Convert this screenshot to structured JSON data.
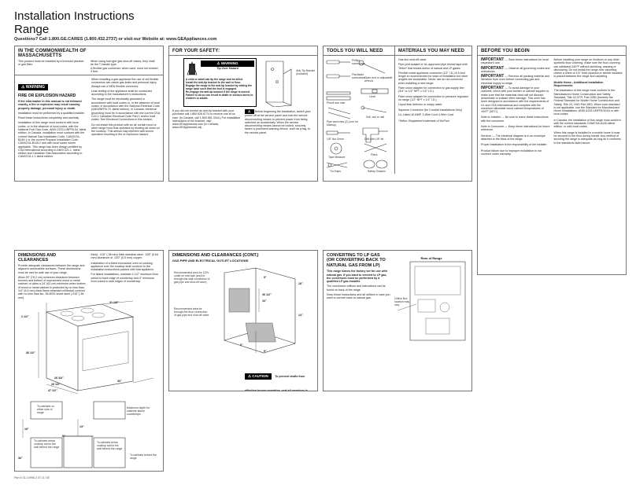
{
  "header": {
    "title_line1": "Installation Instructions",
    "title_line2": "Range",
    "questions": "Questions? Call 1.800.GE.CARES (1.800.432.2737) or visit our Website at: www.GEAppliances.com"
  },
  "mass": {
    "heading_line1": "IN THE COMMONWEALTH OF",
    "heading_line2": "MASSACHUSETTS",
    "items": [
      "This product must be installed by a licensed plumber or gas fitter.",
      "When using ball type gas shut-off valves, they shall be the T-handle type.",
      "A flexible gas connector, when used, must not exceed 3 feet."
    ]
  },
  "fire": {
    "warning_label": "WARNING",
    "heading": "FIRE OR EXPLOSION HAZARD",
    "p1": "If the information in this manual is not followed exactly, a fire or explosion may result causing property damage, personal injury or death.",
    "p2": "Installation must be performed by a qualified installer.",
    "p3": "Read these instructions completely and carefully.",
    "p4": "Installation of this range must conform with local codes, or in the absence of local codes, with the National Fuel Gas Code, ANSI Z223.1/NFPA 54, latest edition. In Canada, installation must conform with the current Natural Gas Installation Code, CAN/CGA-B149.1 or the current Propane Installation Code, CAN/CGA-B149.2 and with local codes where applicable. This range has been design-certified by CSA International according to ANSI Z21.1, latest edition and Canadian Gas Association according to CAN/CGA-1.1 latest edition.",
    "col2_p1": "When installing a gas appliance the use of old flexible connectors can cause gas leaks and personal injury. Always use a NEW flexible connector.",
    "col2_p2": "Leak testing of the appliance shall be conducted according to the manufacturer's instructions.",
    "col2_p3": "The range must be electrically grounded in accordance with local codes or, in the absence of local codes, in accordance with the National Electrical Code (ANSI/NFPA 70, latest edition). In Canada, electrical grounding must be in accordance with the current CSA C22.1 Canadian Electrical Code Part 1 and/or local codes. See Electrical Connections in this section.",
    "col2_p4": "Do not install this product with an air curtain hood or other range hood that operates by blowing air down on the cooktop. This airflow may interfere with burner operation resulting in fire or explosion hazard."
  },
  "safety": {
    "heading": "FOR YOUR SAFETY:",
    "warning_label": "WARNING",
    "tip_over": "Tip-Over Hazard",
    "bullets": [
      "A child or adult can tip the range and be killed.",
      "Install the anti-tip bracket to the wall or floor.",
      "Engage the range to the anti-tip bracket by sliding the range back such that the foot is engaged.",
      "Re-engage the anti-tip bracket if the range is moved.",
      "Failure to do so can result in death or serious burns to children or adults."
    ],
    "caption": "Anti-Tip Bracket (included)",
    "before": "Before beginning the installation, switch your power off at the service panel and lock the service disconnecting means to prevent power from being switched on accidentally. When the service disconnecting means cannot be locked, securely fasten a prominent warning device, such as a tag, to the service panel.",
    "p_bottom": "If you did not receive an anti-tip bracket with your purchase call 1.800.626.8774 to receive one at no cost. (In Canada, call 1.800.561.3344.) For installation instructions of the bracket, visit www.GEAppliances.com (In Canada, www.GEAppliances.ca)."
  },
  "tools": {
    "heading": "TOOLS YOU WILL NEED",
    "items": [
      "Phillips screwdriver",
      "Flat-blade screwdriver",
      "Open-end or adjustable wrench",
      "Pencil and ruler",
      "Level",
      "Pipe wrenches (2) (one for backup)",
      "Drill, awl or nail",
      "1/8\" Nut Driver",
      "Drill with 1/8\" bit",
      "Tape Measure",
      "Pliers",
      "Tin Snips",
      "Safety Glasses"
    ]
  },
  "materials": {
    "heading": "MATERIALS YOU MAY NEED",
    "items": [
      "Gas line shut-off valve",
      "Pipe joint sealant or UL-approved pipe thread tape with Teflon* that resists action of natural and LP gases",
      "Flexible metal appliance connector (1/2\" I.D.) A 5-foot length is recommended for ease of installation but other lengths are acceptable. Never use an old connector when installing a new range.",
      "Flare union adapter for connection to gas supply line (3/4\" or 1/2\" NPT x 1/2\" I.D.)",
      "Flare union adapter for connection to pressure regulator on range (1/2\" NPT x 1/2\" I.D.)",
      "Liquid leak detector or soapy water",
      "Squeeze Connector (for Conduit Installations Only)",
      "UL-Listed 40 AMP, 3-Wire Cord 4-Wire Cord"
    ],
    "footnote": "*Teflon: Registered trademark of DuPont"
  },
  "before": {
    "heading": "BEFORE YOU BEGIN",
    "imp1_label": "IMPORTANT",
    "imp1": " — Save these instructions for local inspector's use.",
    "imp2_label": "IMPORTANT",
    "imp2": " — Observe all governing codes and ordinances.",
    "imp3_label": "IMPORTANT",
    "imp3": " — Remove all packing material and literature from oven before connecting gas and electrical supply to range.",
    "imp4_label": "IMPORTANT",
    "imp4": " — To avoid damage to your cabinets, check with your builder or cabinet supplier to make sure that the materials used will not discolor, delaminate or sustain other damage. This oven has been designed in accordance with the requirements of UL and CSA International and complies with the maximum allowable wood cabinet temperatures of 194°F (90°C).",
    "note1": "Note to Installer — Be sure to leave these instructions with the consumer.",
    "note2": "Note to Consumer — Keep these instructions for future reference.",
    "note3": "Servicer — The electrical diagram is in an envelope attached to the back of the range.",
    "note4": "Proper installation is the responsibility of the installer.",
    "note5": "Product failure due to improper installation is not covered under warranty.",
    "col2_p1": "Before installing your range on linoleum or any other synthetic floor covering, make sure the floor covering can withstand 180°F without shrinking, warping or discoloring. Do not install the range over carpeting unless a sheet of 1/4\" thick plywood or similar insulator is placed between the range and carpeting.",
    "mobile_heading": "Mobile Home - Additional Installation Requirements",
    "col2_p2": "The installation of this range must conform to the Manufactured Home Construction and Safety Standard, Title 24 CFR, Part 3280 (formerly the Federal Standard for Mobile Home Construction and Safety, Title 24, HUD Part 280). When such standard is not applicable, use the Standard for Manufactured Home Installations, ANSI A225.1/NFPA 501A or with local codes.",
    "col2_p3": "In Canada, the installation of this range must conform with the current standards CAN/CSA-A240-latest edition, or with local codes.",
    "col2_p4": "When this range is installed in a mobile home it must be secured to the floor during transit. Any method of securing the range is adequate as long as it conforms to the standards listed above."
  },
  "dimensions": {
    "heading": "DIMENSIONS AND CLEARANCES",
    "p1": "Provide adequate clearances between the range and adjacent combustible surfaces. These dimensions must be met for safe use of your range.",
    "p2": "Allow 30\" (76.2 cm) minimum clearance between burners and bottom of unprotected wood or metal cabinet; or allow a 24\" (61 cm) minimum when bottom of wood or metal cabinet is protected by no less than 1/4\" (6.4 mm) thick flame-retardant millboard covered with no less than No. 28 MSG sheet steel (.015\" [.38 mm]",
    "col2_p1": "thick), .015\" (.38 mm) thick stainless steel, .025\" (0.64 mm) aluminum or .020\" (0.5 mm) copper.",
    "col2_p2": "Installation of a listed microwave oven or cooking appliance over the cooktop shall conform to the installation instructions packed with that appliance.",
    "col2_p3": "For island installations, maintain 2-1/2\" minimum from cutout to back edge of countertop and 3\" minimum from cutout to side edges of countertop.",
    "dim_width": "31 1/8\"",
    "dim_depth1": "26 3/4\"",
    "dim_depth2": "28 1/2\"",
    "dim_depth3": "47 1/2\"",
    "dim_top": "2 1/2\"",
    "dim_height": "36 1/2\"",
    "dim_floor": "30\"",
    "label_a": "To cabinets on either side of range",
    "label_b": "Maximum depth for cabinets above countertops",
    "label_c": "To cabinets below cooktop and to the wall behind the range",
    "label_d": "To cabinets below cooktop and to the wall behind the range",
    "label_e": "To cabinets behind the range",
    "dim_18": "18\"",
    "dim_13": "13\"",
    "dim_0": "0\"",
    "dim_36": "36\""
  },
  "dims2": {
    "heading": "DIMENSIONS AND CLEARANCES (CONT.)",
    "sub": "GAS PIPE AND ELECTRICAL OUTLET LOCATIONS",
    "note1": "Recommended area for 120V outlet on rear wall (and for through-the-wall connection of gas pipe and shut-off valve)",
    "note2": "Recommended area for through-the-floor connection of gas pipe and shut-off valve",
    "d1": "8\"",
    "d2": "36 1/2\"",
    "d3": "16\"",
    "d4": "18\"",
    "d5": "14\"",
    "d6": "5\"",
    "d7": "5\"",
    "caution_label": "CAUTION",
    "caution": "To prevent drafts from affecting burner operation, seal all openings in floor under range and behind range."
  },
  "lp": {
    "heading_line1": "CONVERTING TO LP GAS",
    "heading_line2": "(OR CONVERTING BACK TO",
    "heading_line3": "NATURAL GAS FROM LP)",
    "p1": "This range leaves the factory set for use with natural gas. If you want to convert to LP gas, the conversion must be performed by a qualified LP gas installer.",
    "p2": "The conversion orifices and instructions can be found on back of the range.",
    "p3": "Keep these instructions and all orifices in case you want to convert back to natural gas.",
    "rear_label": "Rear of Range",
    "orifice_label": "Orifice Box location may vary"
  },
  "footer": "Part # 31-10996-2  07-11  GE"
}
